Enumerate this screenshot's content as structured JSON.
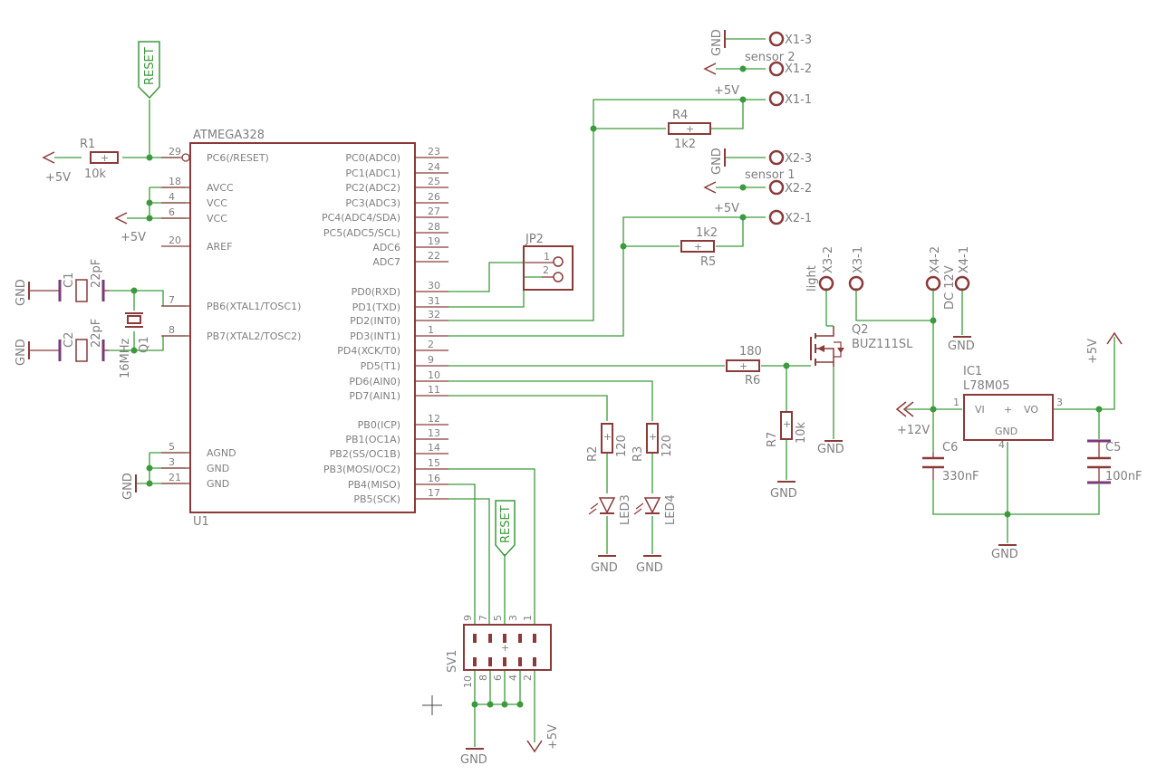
{
  "chip": {
    "name": "ATMEGA328",
    "ref": "U1",
    "left_pins": [
      {
        "num": "29",
        "name": "PC6(/RESET)"
      },
      {
        "num": "18",
        "name": "AVCC"
      },
      {
        "num": "4",
        "name": "VCC"
      },
      {
        "num": "6",
        "name": "VCC"
      },
      {
        "num": "20",
        "name": "AREF"
      },
      {
        "num": "7",
        "name": "PB6(XTAL1/TOSC1)"
      },
      {
        "num": "8",
        "name": "PB7(XTAL2/TOSC2)"
      },
      {
        "num": "5",
        "name": "AGND"
      },
      {
        "num": "3",
        "name": "GND"
      },
      {
        "num": "21",
        "name": "GND"
      }
    ],
    "right_pins": [
      {
        "num": "23",
        "name": "PC0(ADC0)"
      },
      {
        "num": "24",
        "name": "PC1(ADC1)"
      },
      {
        "num": "25",
        "name": "PC2(ADC2)"
      },
      {
        "num": "26",
        "name": "PC3(ADC3)"
      },
      {
        "num": "27",
        "name": "PC4(ADC4/SDA)"
      },
      {
        "num": "28",
        "name": "PC5(ADC5/SCL)"
      },
      {
        "num": "19",
        "name": "ADC6"
      },
      {
        "num": "22",
        "name": "ADC7"
      },
      {
        "num": "30",
        "name": "PD0(RXD)"
      },
      {
        "num": "31",
        "name": "PD1(TXD)"
      },
      {
        "num": "32",
        "name": "PD2(INT0)"
      },
      {
        "num": "1",
        "name": "PD3(INT1)"
      },
      {
        "num": "2",
        "name": "PD4(XCK/T0)"
      },
      {
        "num": "9",
        "name": "PD5(T1)"
      },
      {
        "num": "10",
        "name": "PD6(AIN0)"
      },
      {
        "num": "11",
        "name": "PD7(AIN1)"
      },
      {
        "num": "12",
        "name": "PB0(ICP)"
      },
      {
        "num": "13",
        "name": "PB1(OC1A)"
      },
      {
        "num": "14",
        "name": "PB2(SS/OC1B)"
      },
      {
        "num": "15",
        "name": "PB3(MOSI/OC2)"
      },
      {
        "num": "16",
        "name": "PB4(MISO)"
      },
      {
        "num": "17",
        "name": "PB5(SCK)"
      }
    ]
  },
  "labels": {
    "reset_flag": "RESET",
    "reset_flag2": "RESET",
    "r1": "R1",
    "r1_val": "10k",
    "r2": "R2",
    "r2_val": "120",
    "r3": "R3",
    "r3_val": "120",
    "r4": "R4",
    "r4_val": "1k2",
    "r5": "R5",
    "r5_val": "1k2",
    "r6": "R6",
    "r6_val": "180",
    "r7": "R7",
    "r7_val": "10k",
    "c1": "C1",
    "c1_val": "22pF",
    "c2": "C2",
    "c2_val": "22pF",
    "c5": "C5",
    "c5_val": "100nF",
    "c6": "C6",
    "c6_val": "330nF",
    "q1": "Q1",
    "q1_val": "16MHz",
    "q2": "Q2",
    "q2_val": "BUZ111SL",
    "ic1": "IC1",
    "ic1_val": "L78M05",
    "ic1_vi": "VI",
    "ic1_vo": "VO",
    "ic1_gnd": "GND",
    "ic1_p1": "1",
    "ic1_p3": "3",
    "ic1_p4": "4",
    "jp2": "JP2",
    "jp2_p1": "1",
    "jp2_p2": "2",
    "led3": "LED3",
    "led4": "LED4",
    "sv1": "SV1",
    "sv1_top": [
      "9",
      "7",
      "5",
      "3",
      "1"
    ],
    "sv1_bottom": [
      "10",
      "8",
      "6",
      "4",
      "2"
    ],
    "x1_3": "X1-3",
    "x1_2": "X1-2",
    "x1_1": "X1-1",
    "x2_3": "X2-3",
    "x2_2": "X2-2",
    "x2_1": "X2-1",
    "x3_2": "X3-2",
    "x3_1": "X3-1",
    "x4_2": "X4-2",
    "x4_1": "X4-1",
    "sensor2": "sensor 2",
    "sensor1": "sensor 1",
    "light": "light",
    "dc12v": "DC 12V",
    "p5v": "+5V",
    "p12v": "+12V",
    "gnd": "GND"
  }
}
